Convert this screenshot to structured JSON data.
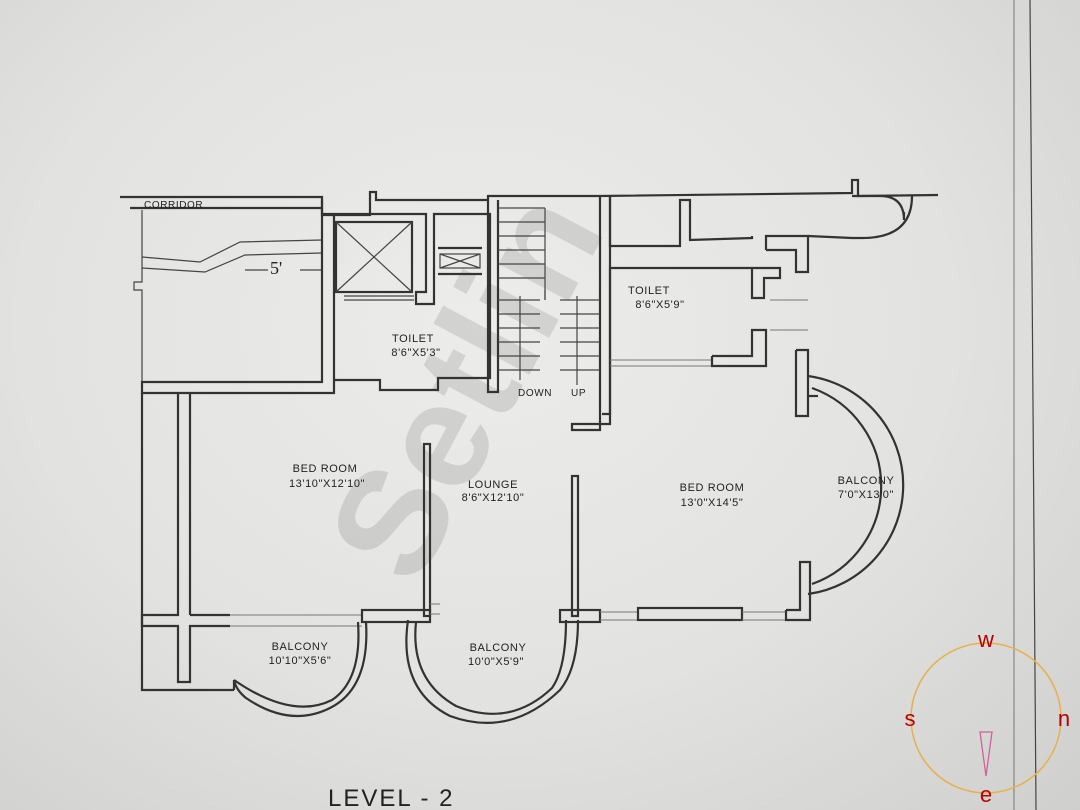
{
  "labels": {
    "corridor": "CORRIDOR",
    "dimension_5": "5'",
    "toilet_left": {
      "name": "TOILET",
      "size": "8'6\"X5'3\""
    },
    "toilet_right": {
      "name": "TOILET",
      "size": "8'6\"X5'9\""
    },
    "stairs_down": "DOWN",
    "stairs_up": "UP",
    "bedroom_left": {
      "name": "BED ROOM",
      "size": "13'10\"X12'10\""
    },
    "lounge": {
      "name": "LOUNGE",
      "size": "8'6\"X12'10\""
    },
    "bedroom_right": {
      "name": "BED ROOM",
      "size": "13'0\"X14'5\""
    },
    "balcony_right": {
      "name": "BALCONY",
      "size": "7'0\"X13'0\""
    },
    "balcony_left": {
      "name": "BALCONY",
      "size": "10'10\"X5'6\""
    },
    "balcony_mid": {
      "name": "BALCONY",
      "size": "10'0\"X5'9\""
    },
    "level_title": "LEVEL - 2"
  },
  "watermark": "Setlin",
  "compass": {
    "north": "n",
    "south": "s",
    "east": "e",
    "west": "w",
    "ring_color": "#e8b04a",
    "letter_color": "#b80000",
    "needle_color": "#d060a0"
  }
}
